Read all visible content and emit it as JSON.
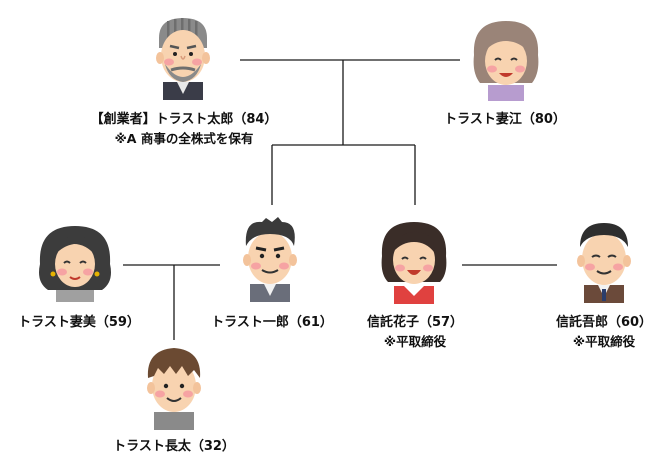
{
  "people": {
    "taro": {
      "name": "【創業者】トラスト太郎（84）",
      "note": "※A 商事の全株式を保有"
    },
    "tsumae": {
      "name": "トラスト妻江（80）"
    },
    "tsumami": {
      "name": "トラスト妻美（59）"
    },
    "ichiro": {
      "name": "トラスト一郎（61）"
    },
    "hanako": {
      "name": "信託花子（57）",
      "note": "※平取締役"
    },
    "goro": {
      "name": "信託吾郎（60）",
      "note": "※平取締役"
    },
    "chota": {
      "name": "トラスト長太（32）"
    }
  },
  "colors": {
    "line": "#1a1a1a",
    "skin": "#f8d3b0",
    "cheek": "#f6a3a3"
  }
}
